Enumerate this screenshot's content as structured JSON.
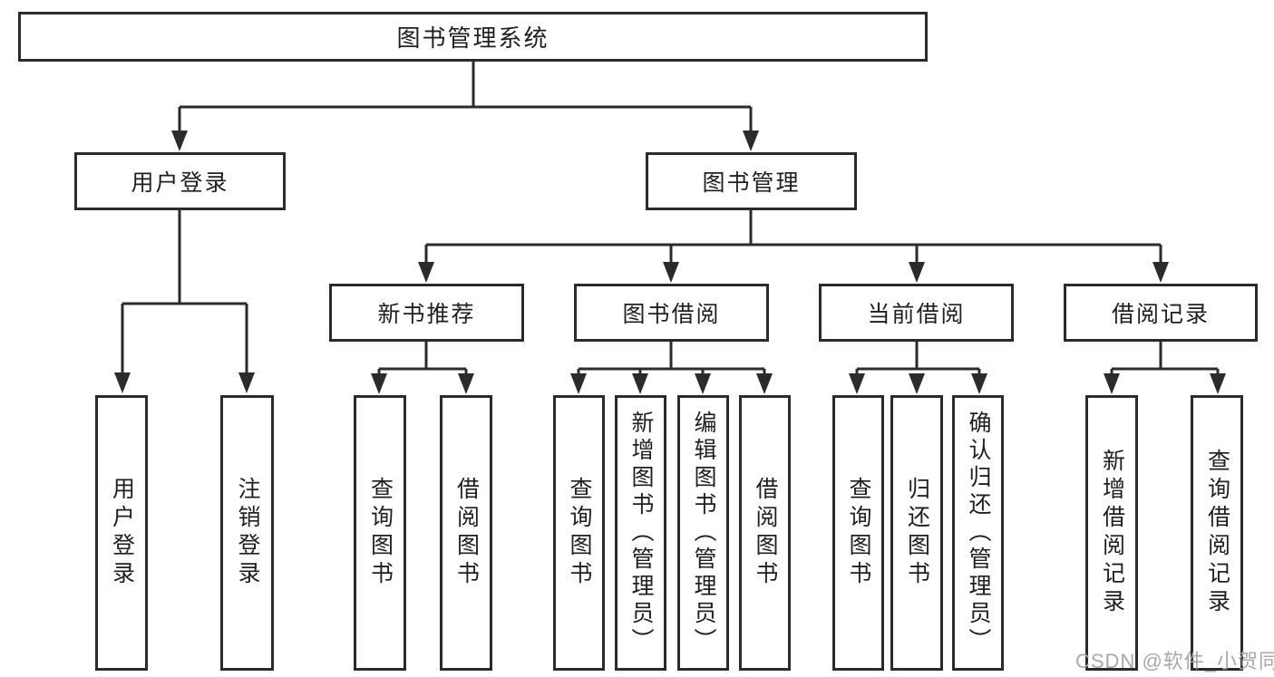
{
  "diagram": {
    "type": "tree",
    "root": {
      "label": "图书管理系统"
    },
    "level2": [
      {
        "label": "用户登录",
        "children": [
          {
            "label": "用户登录"
          },
          {
            "label": "注销登录"
          }
        ]
      },
      {
        "label": "图书管理",
        "children": [
          {
            "label": "新书推荐",
            "children": [
              {
                "label": "查询图书"
              },
              {
                "label": "借阅图书"
              }
            ]
          },
          {
            "label": "图书借阅",
            "children": [
              {
                "label": "查询图书"
              },
              {
                "label": "新增图书（管理员）"
              },
              {
                "label": "编辑图书（管理员）"
              },
              {
                "label": "借阅图书"
              }
            ]
          },
          {
            "label": "当前借阅",
            "children": [
              {
                "label": "查询图书"
              },
              {
                "label": "归还图书"
              },
              {
                "label": "确认归还（管理员）"
              }
            ]
          },
          {
            "label": "借阅记录",
            "children": [
              {
                "label": "新增借阅记录"
              },
              {
                "label": "查询借阅记录"
              }
            ]
          }
        ]
      }
    ],
    "watermark": "CSDN @软件_小贺同学",
    "colors": {
      "line": "#2b2b2b",
      "box_fill": "#ffffff",
      "text": "#1f1f1f",
      "watermark": "#a4a4a4"
    }
  }
}
